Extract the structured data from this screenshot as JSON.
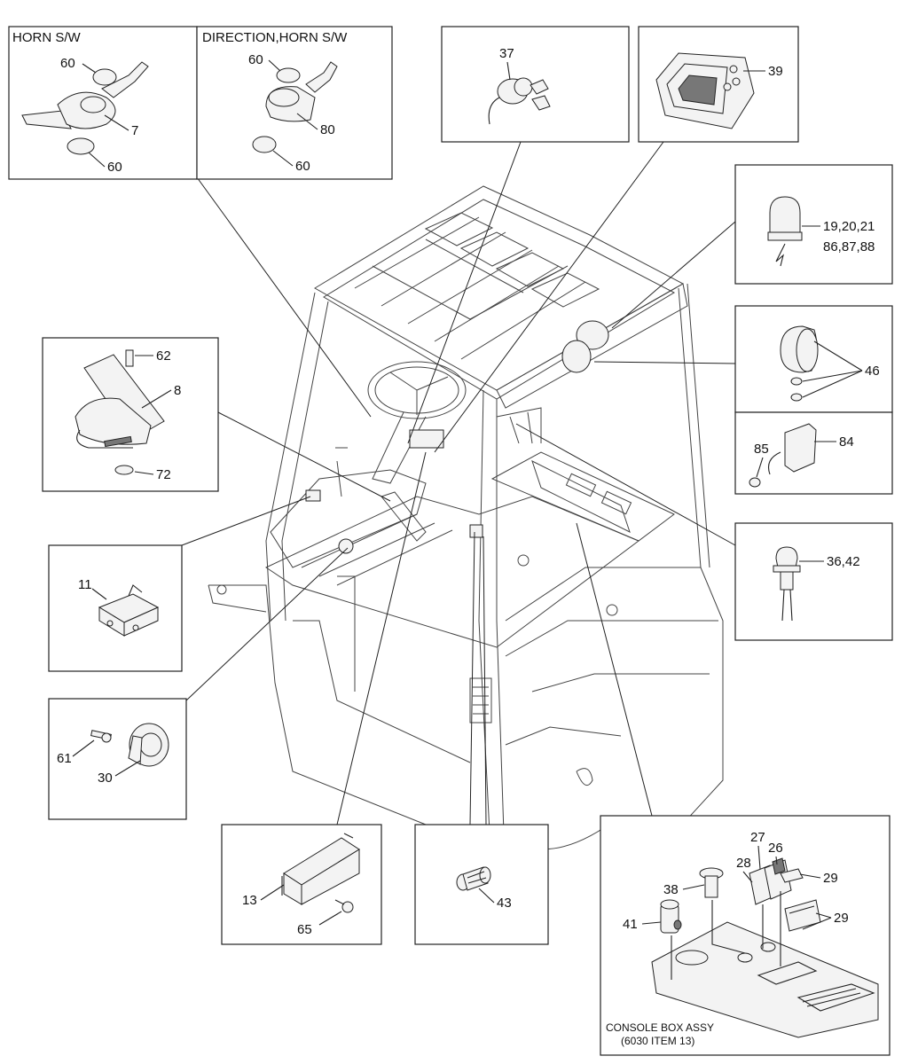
{
  "headers": {
    "horn": "HORN S/W",
    "direction_horn": "DIRECTION,HORN S/W",
    "console_1": "CONSOLE BOX ASSY",
    "console_2": "(6030 ITEM 13)"
  },
  "labels": {
    "p60a": "60",
    "p7": "7",
    "p60b": "60",
    "p60c": "60",
    "p80": "80",
    "p60d": "60",
    "p37": "37",
    "p39": "39",
    "p19": "19,20,21",
    "p86": "86,87,88",
    "p46": "46",
    "p85": "85",
    "p84": "84",
    "p36": "36,42",
    "p62": "62",
    "p8": "8",
    "p72": "72",
    "p11": "11",
    "p61": "61",
    "p30": "30",
    "p13": "13",
    "p65": "65",
    "p43": "43",
    "p27": "27",
    "p26": "26",
    "p28": "28",
    "p29a": "29",
    "p38": "38",
    "p29b": "29",
    "p41": "41"
  }
}
